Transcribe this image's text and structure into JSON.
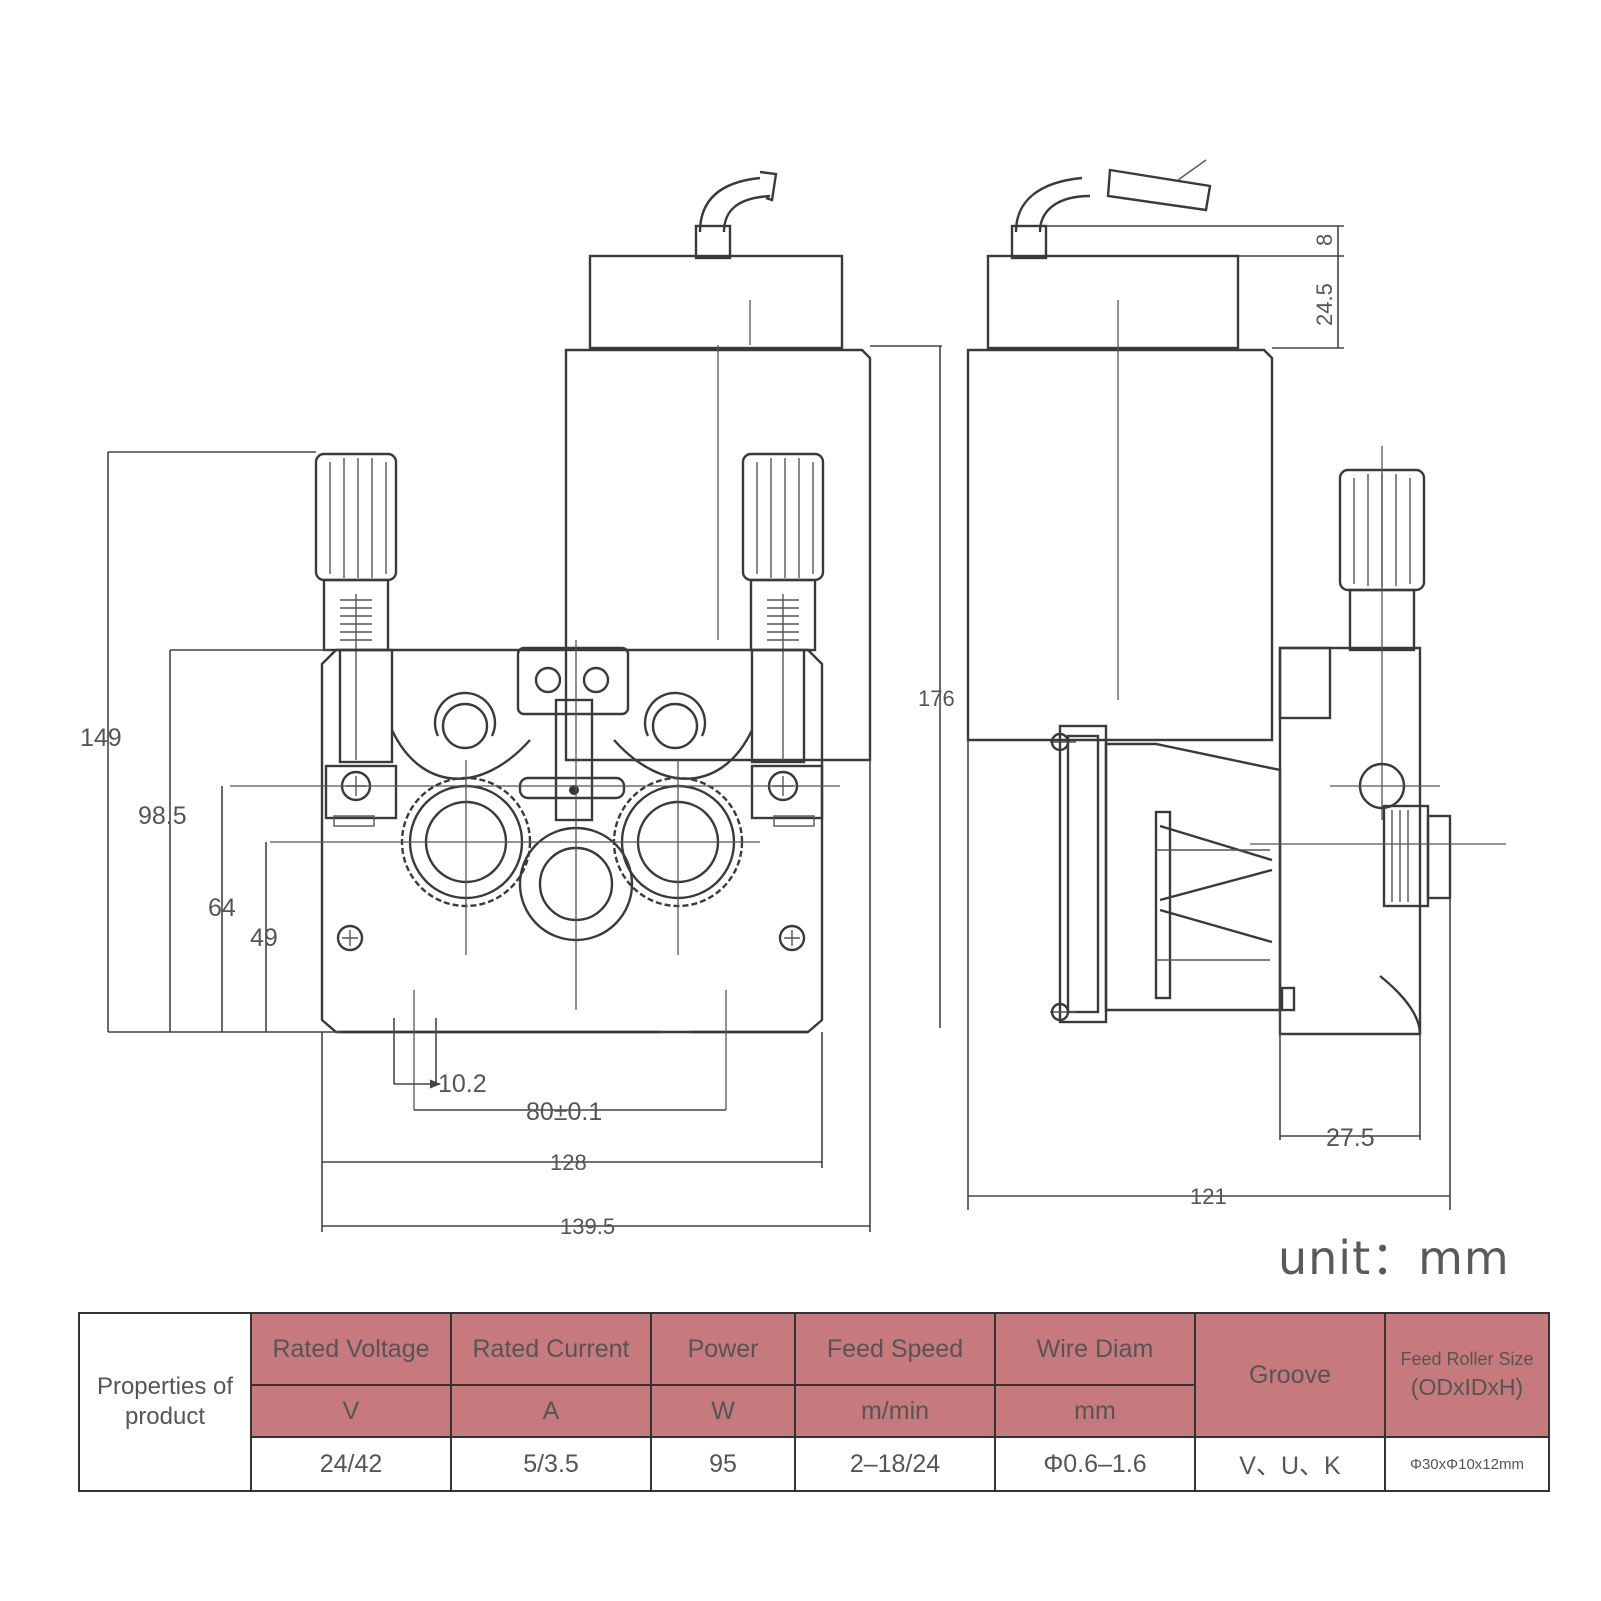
{
  "front_view": {
    "dims": {
      "h_total": "149",
      "h_axis": "98.5",
      "h_roller": "64",
      "h_inner": "49",
      "w_slot": "10.2",
      "w_holes": "80±0.1",
      "w_base": "128",
      "w_total": "139.5",
      "h_motor": "176"
    }
  },
  "side_view": {
    "dims": {
      "cap": "8",
      "motor_top": "24.5",
      "offset": "27.5",
      "depth": "121"
    }
  },
  "unit_label": "unit：mm",
  "table": {
    "row_header": "Properties of product",
    "columns": [
      {
        "name": "Rated Voltage",
        "unit": "V",
        "value": "24/42"
      },
      {
        "name": "Rated Current",
        "unit": "A",
        "value": "5/3.5"
      },
      {
        "name": "Power",
        "unit": "W",
        "value": "95"
      },
      {
        "name": "Feed Speed",
        "unit": "m/min",
        "value": "2–18/24"
      },
      {
        "name": "Wire Diam",
        "unit": "mm",
        "value": "Φ0.6–1.6"
      }
    ],
    "groove": {
      "name": "Groove",
      "value": "V、U、K"
    },
    "roller": {
      "name": "Feed Roller Size",
      "unit": "(ODxIDxH)",
      "value": "Φ30xΦ10x12mm"
    }
  }
}
